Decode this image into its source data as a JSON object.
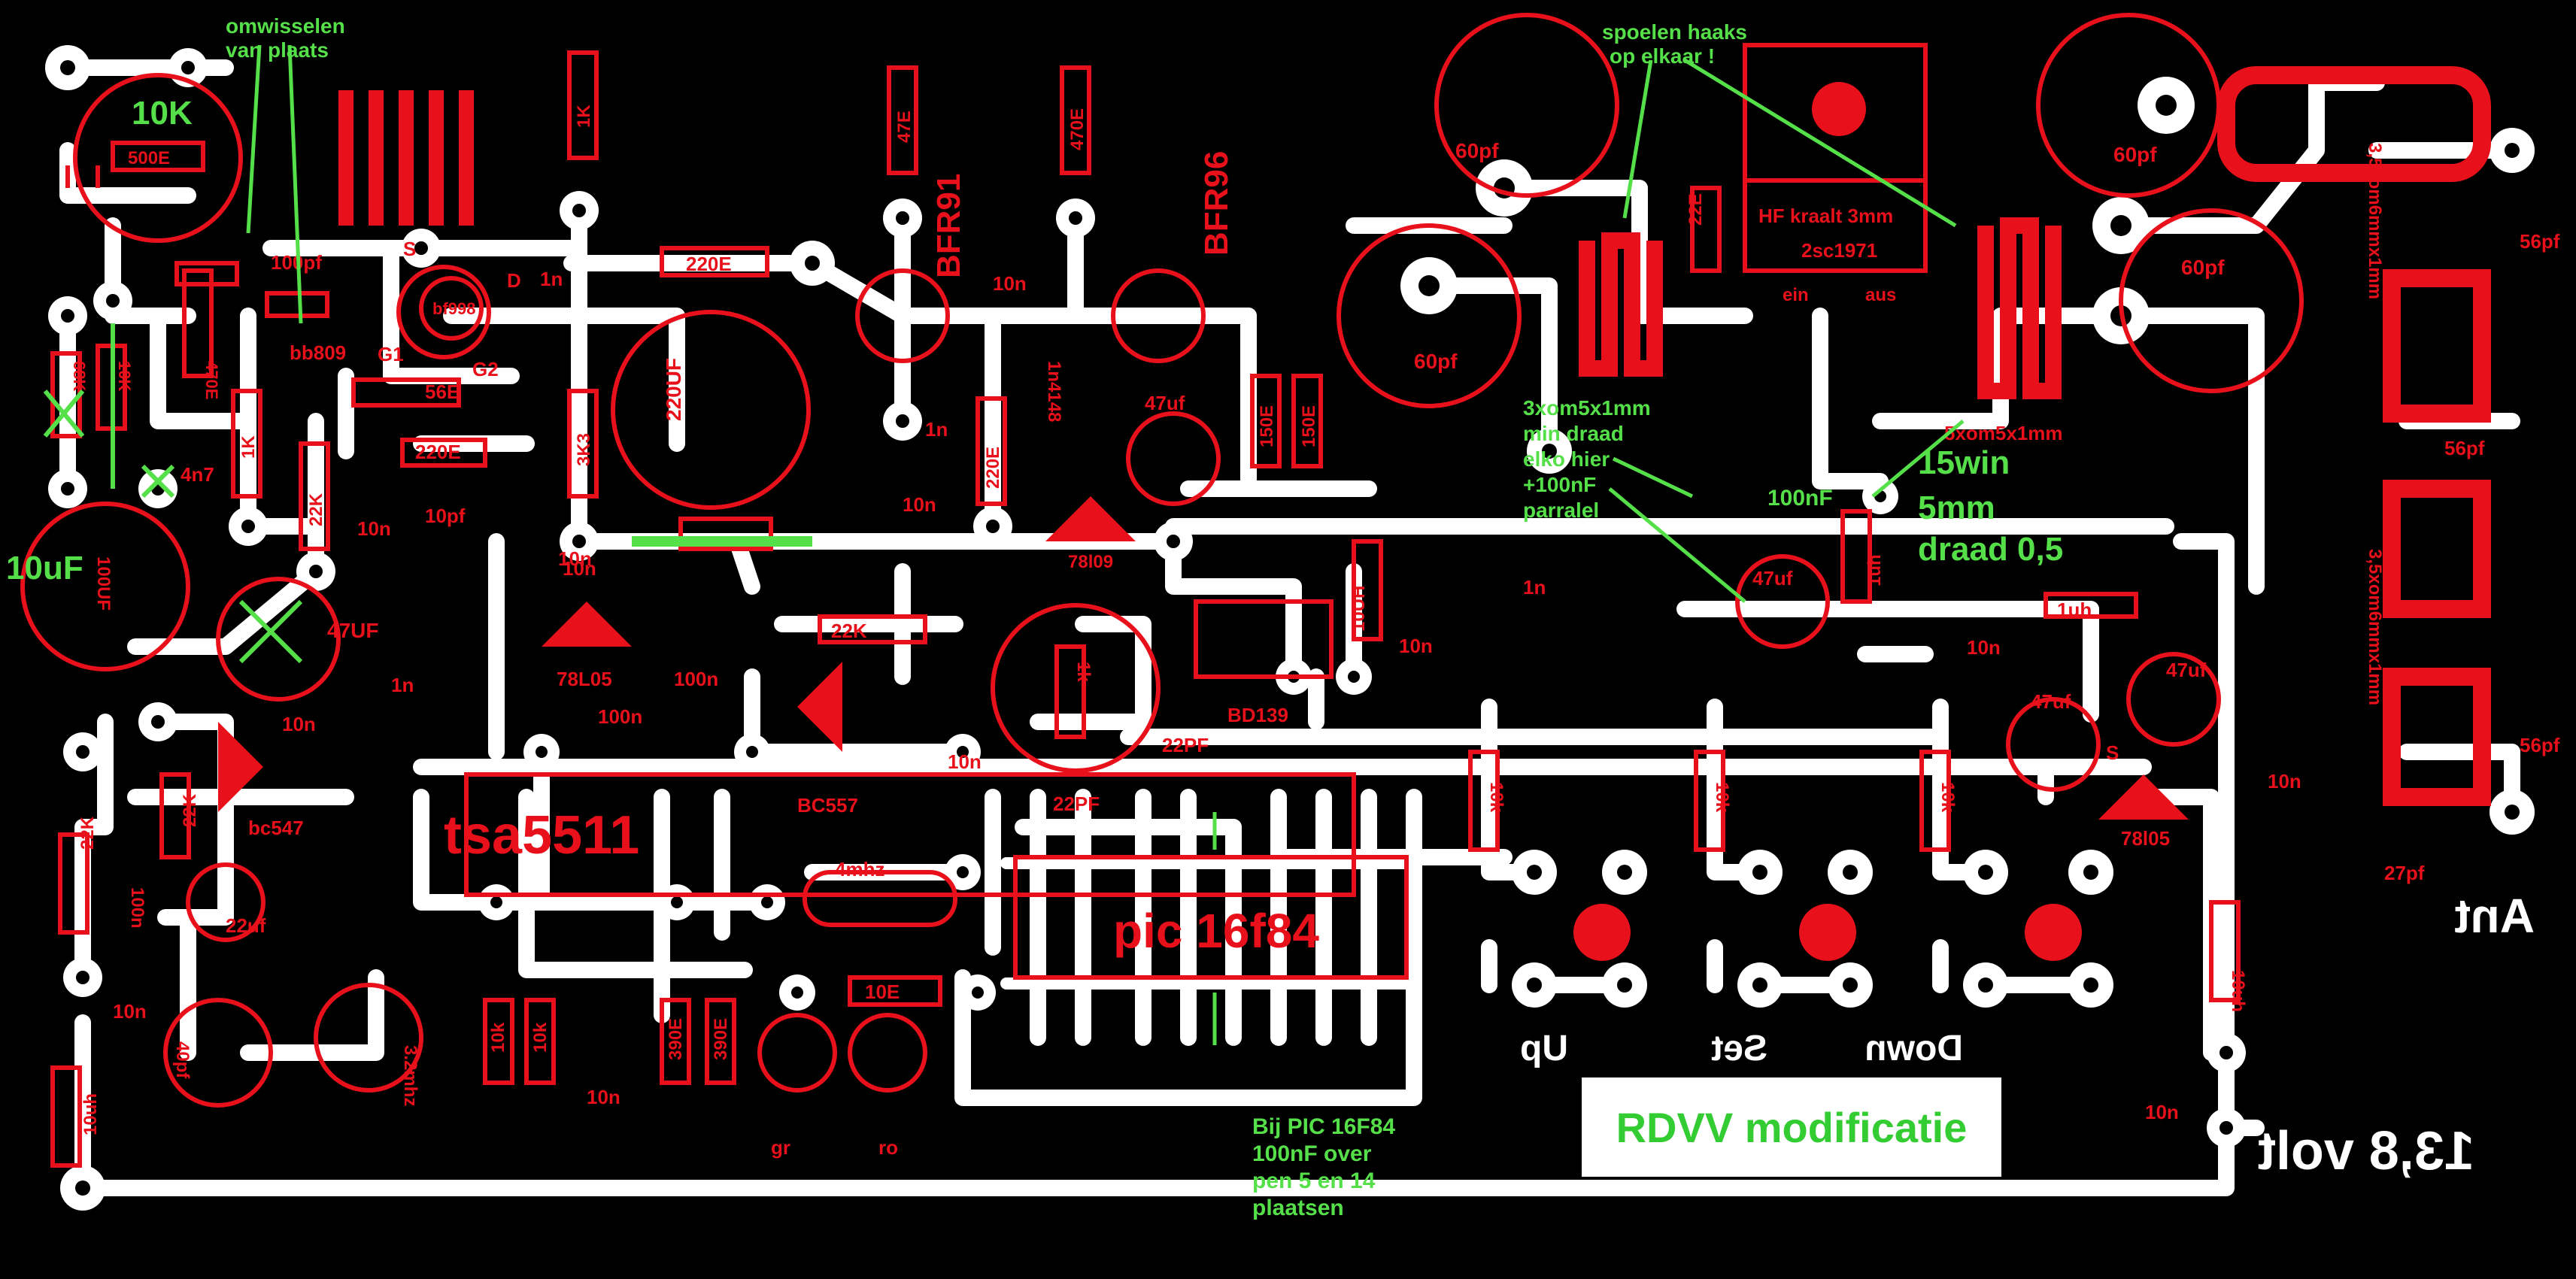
{
  "title_box": "RDVV modificatie",
  "colors": {
    "background": "#000000",
    "copper": "#ffffff",
    "component": "#e8101a",
    "note": "#55e04a"
  },
  "component_labels": [
    {
      "id": "r-500e",
      "text": "500E"
    },
    {
      "id": "c-100pf",
      "text": "100pf"
    },
    {
      "id": "s-lbl",
      "text": "S"
    },
    {
      "id": "d-lbl",
      "text": "D"
    },
    {
      "id": "g1-lbl",
      "text": "G1"
    },
    {
      "id": "g2-lbl",
      "text": "G2"
    },
    {
      "id": "bb809",
      "text": "bb809"
    },
    {
      "id": "bf998",
      "text": "bf998"
    },
    {
      "id": "r-470e-a",
      "text": "470E"
    },
    {
      "id": "r-68k",
      "text": "68K"
    },
    {
      "id": "r-10k-v",
      "text": "10K"
    },
    {
      "id": "c-4n7",
      "text": "4n7"
    },
    {
      "id": "r-1k-a",
      "text": "1K"
    },
    {
      "id": "r-22k-a",
      "text": "22K"
    },
    {
      "id": "c-1n-a",
      "text": "1n"
    },
    {
      "id": "r-1k-top",
      "text": "1K"
    },
    {
      "id": "r-56e",
      "text": "56E"
    },
    {
      "id": "r-220e-a",
      "text": "220E"
    },
    {
      "id": "r-220e-b",
      "text": "220E"
    },
    {
      "id": "c-10pf",
      "text": "10pf"
    },
    {
      "id": "c-10n-a",
      "text": "10n"
    },
    {
      "id": "r-3k3",
      "text": "3K3"
    },
    {
      "id": "c-10n-b",
      "text": "10n"
    },
    {
      "id": "c-220uf",
      "text": "220UF"
    },
    {
      "id": "r-47e",
      "text": "47E"
    },
    {
      "id": "bfr91",
      "text": "BFR91"
    },
    {
      "id": "c-1n-b",
      "text": "1n"
    },
    {
      "id": "c-10n-c",
      "text": "10n"
    },
    {
      "id": "r-220e-c",
      "text": "220E"
    },
    {
      "id": "r-470e-b",
      "text": "470E"
    },
    {
      "id": "bfr96",
      "text": "BFR96"
    },
    {
      "id": "d-1n4148",
      "text": "1n4148"
    },
    {
      "id": "c-47uf-a",
      "text": "47uf"
    },
    {
      "id": "r-150e-a",
      "text": "150E"
    },
    {
      "id": "r-150e-b",
      "text": "150E"
    },
    {
      "id": "c-60pf-a",
      "text": "60pf"
    },
    {
      "id": "c-60pf-b",
      "text": "60pf"
    },
    {
      "id": "c-60pf-c",
      "text": "60pf"
    },
    {
      "id": "c-60pf-d",
      "text": "60pf"
    },
    {
      "id": "r-22e",
      "text": "22E"
    },
    {
      "id": "hf-kraalt",
      "text": "HF kraalt 3mm"
    },
    {
      "id": "t-2sc1971",
      "text": "2sc1971"
    },
    {
      "id": "ein",
      "text": "ein"
    },
    {
      "id": "aus",
      "text": "aus"
    },
    {
      "id": "l-5xom",
      "text": "5xom5x1mm"
    },
    {
      "id": "c-56pf-a",
      "text": "56pf"
    },
    {
      "id": "c-56pf-b",
      "text": "56pf"
    },
    {
      "id": "c-56pf-c",
      "text": "56pf"
    },
    {
      "id": "c-27pf",
      "text": "27pf"
    },
    {
      "id": "l-ant-a",
      "text": "3,5xom6mmx1mm"
    },
    {
      "id": "l-ant-b",
      "text": "3,5xom6mmx1mm"
    },
    {
      "id": "c-10n-d",
      "text": "10n"
    },
    {
      "id": "reg-78l09",
      "text": "78l09"
    },
    {
      "id": "l-1uh-a",
      "text": "1uh"
    },
    {
      "id": "c-1n-c",
      "text": "1n"
    },
    {
      "id": "l-10uh-v",
      "text": "10UH"
    },
    {
      "id": "c-10n-e",
      "text": "10n"
    },
    {
      "id": "bd139",
      "text": "BD139"
    },
    {
      "id": "r-22k-b",
      "text": "22K"
    },
    {
      "id": "c-10n-f",
      "text": "10n"
    },
    {
      "id": "reg-78l05-a",
      "text": "78L05"
    },
    {
      "id": "c-100n-a",
      "text": "100n"
    },
    {
      "id": "c-10n-g",
      "text": "10n"
    },
    {
      "id": "c-100n-b",
      "text": "100n"
    },
    {
      "id": "t-bc557",
      "text": "BC557"
    },
    {
      "id": "pot-1k",
      "text": "1k"
    },
    {
      "id": "c-10n-h",
      "text": "10n"
    },
    {
      "id": "c-47uf-b",
      "text": "47uf"
    },
    {
      "id": "l-1uh-b",
      "text": "1uh"
    },
    {
      "id": "c-10n-i",
      "text": "10n"
    },
    {
      "id": "c-47uf-c",
      "text": "47uf"
    },
    {
      "id": "c-47uf-d",
      "text": "47uf"
    },
    {
      "id": "reg-78l05-b",
      "text": "78l05"
    },
    {
      "id": "c-10n-j",
      "text": "10n"
    },
    {
      "id": "s-lbl-b",
      "text": "S"
    },
    {
      "id": "c-100uf",
      "text": "100UF"
    },
    {
      "id": "c-47uf-e",
      "text": "47UF"
    },
    {
      "id": "c-10n-k",
      "text": "10n"
    },
    {
      "id": "c-1n-d",
      "text": "1n"
    },
    {
      "id": "t-bc547",
      "text": "bc547"
    },
    {
      "id": "r-22k-c",
      "text": "22K"
    },
    {
      "id": "r-22k-d",
      "text": "22K"
    },
    {
      "id": "c-100n-c",
      "text": "100n"
    },
    {
      "id": "c-22uf",
      "text": "22uf"
    },
    {
      "id": "c-10n-l",
      "text": "10n"
    },
    {
      "id": "c-40pf",
      "text": "40pf"
    },
    {
      "id": "x-3-2mhz",
      "text": "3.2mhz"
    },
    {
      "id": "l-10uh-b",
      "text": "10uh"
    },
    {
      "id": "ic-tsa5511",
      "text": "tsa5511"
    },
    {
      "id": "x-4mhz",
      "text": "4mhz"
    },
    {
      "id": "ic-pic",
      "text": "pic 16f84"
    },
    {
      "id": "c-22pf-a",
      "text": "22PF"
    },
    {
      "id": "c-22pf-b",
      "text": "22PF"
    },
    {
      "id": "r-10e",
      "text": "10E"
    },
    {
      "id": "r-10k-a",
      "text": "10k"
    },
    {
      "id": "r-10k-b",
      "text": "10k"
    },
    {
      "id": "r-390e-a",
      "text": "390E"
    },
    {
      "id": "r-390e-b",
      "text": "390E"
    },
    {
      "id": "c-10n-m",
      "text": "10n"
    },
    {
      "id": "led-gr",
      "text": "gr"
    },
    {
      "id": "led-ro",
      "text": "ro"
    },
    {
      "id": "r-10k-c",
      "text": "10k"
    },
    {
      "id": "r-10k-d",
      "text": "10k"
    },
    {
      "id": "r-10k-e",
      "text": "10k"
    },
    {
      "id": "l-10uh-c",
      "text": "10uh"
    },
    {
      "id": "c-10n-n",
      "text": "10n"
    }
  ],
  "notes": [
    {
      "id": "note-omwisselen-1",
      "text": "omwisselen"
    },
    {
      "id": "note-omwisselen-2",
      "text": "van plaats"
    },
    {
      "id": "note-10k",
      "text": "10K"
    },
    {
      "id": "note-10uf",
      "text": "10uF"
    },
    {
      "id": "note-spoelen-1",
      "text": "spoelen haaks"
    },
    {
      "id": "note-spoelen-2",
      "text": "op elkaar !"
    },
    {
      "id": "note-3xom-1",
      "text": "3xom5x1mm"
    },
    {
      "id": "note-3xom-2",
      "text": "min draad"
    },
    {
      "id": "note-3xom-3",
      "text": "elko hier"
    },
    {
      "id": "note-3xom-4",
      "text": "+100nF"
    },
    {
      "id": "note-3xom-5",
      "text": "parralel"
    },
    {
      "id": "note-100nf",
      "text": "100nF"
    },
    {
      "id": "note-15win",
      "text": "15win"
    },
    {
      "id": "note-5mm",
      "text": "5mm"
    },
    {
      "id": "note-draad",
      "text": "draad 0,5"
    },
    {
      "id": "note-pic-1",
      "text": "Bij PIC 16F84"
    },
    {
      "id": "note-pic-2",
      "text": "100nF over"
    },
    {
      "id": "note-pic-3",
      "text": "pen 5 en 14"
    },
    {
      "id": "note-pic-4",
      "text": "plaatsen"
    }
  ],
  "copper_labels": [
    {
      "id": "cu-up",
      "text": "Up"
    },
    {
      "id": "cu-set",
      "text": "Set"
    },
    {
      "id": "cu-down",
      "text": "Down"
    },
    {
      "id": "cu-ant",
      "text": "Ant"
    },
    {
      "id": "cu-volt",
      "text": "13,8 volt"
    }
  ]
}
